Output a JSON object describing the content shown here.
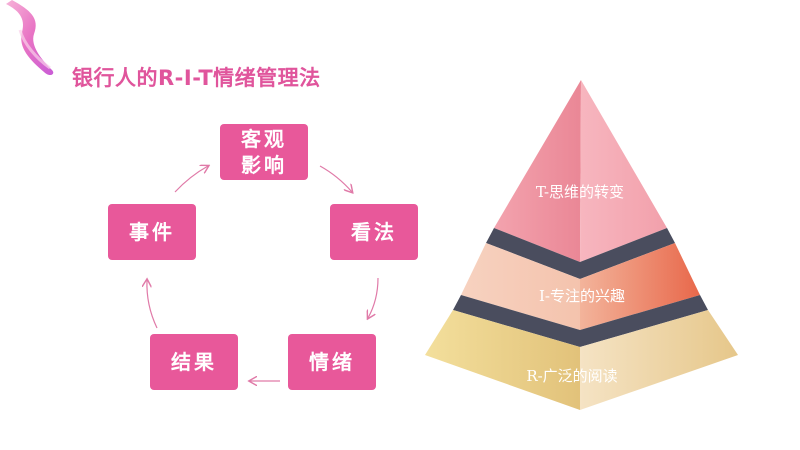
{
  "title": "银行人的R-I-T情绪管理法",
  "cycle": {
    "nodes": [
      {
        "id": "objective",
        "line1": "客观",
        "line2": "影响"
      },
      {
        "id": "view",
        "label": "看法"
      },
      {
        "id": "emotion",
        "label": "情绪"
      },
      {
        "id": "result",
        "label": "结果"
      },
      {
        "id": "event",
        "label": "事件"
      }
    ]
  },
  "pyramid": {
    "top": "T-思维的转变",
    "middle": "I-专注的兴趣",
    "bottom": "R-广泛的阅读"
  },
  "colors": {
    "accent": "#e8589a",
    "title": "#e0559c"
  }
}
